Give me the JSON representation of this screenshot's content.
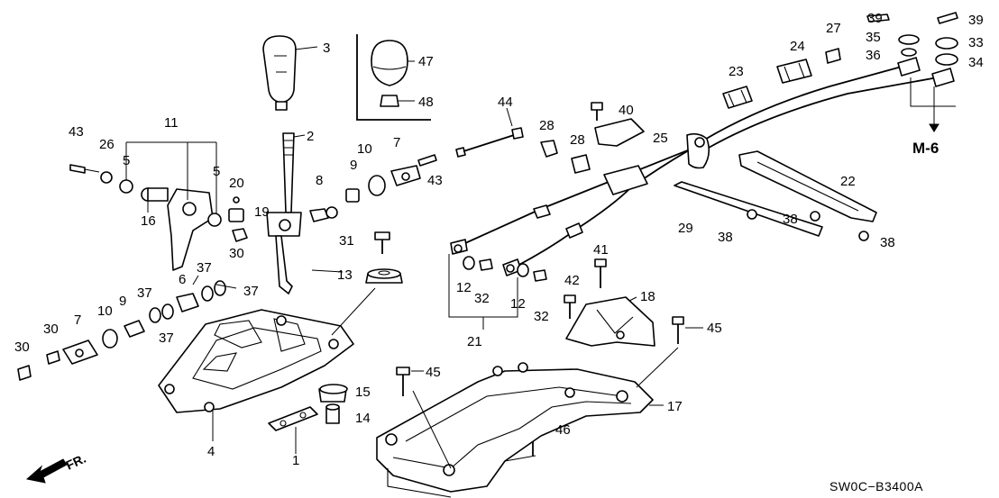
{
  "diagram": {
    "reference_code": "SW0C−B3400A",
    "direction_label": "FR.",
    "section_ref": "M-6",
    "callouts": {
      "c1": "1",
      "c2": "2",
      "c3": "3",
      "c4": "4",
      "c5a": "5",
      "c5b": "5",
      "c6": "6",
      "c7a": "7",
      "c7b": "7",
      "c8": "8",
      "c9a": "9",
      "c9b": "9",
      "c10a": "10",
      "c10b": "10",
      "c11": "11",
      "c12a": "12",
      "c12b": "12",
      "c13": "13",
      "c14": "14",
      "c15": "15",
      "c16": "16",
      "c17": "17",
      "c18": "18",
      "c19": "19",
      "c20": "20",
      "c21": "21",
      "c22": "22",
      "c23": "23",
      "c24": "24",
      "c25": "25",
      "c26": "26",
      "c27": "27",
      "c28a": "28",
      "c28b": "28",
      "c29": "29",
      "c30a": "30",
      "c30b": "30",
      "c30c": "30",
      "c31": "31",
      "c32a": "32",
      "c32b": "32",
      "c33": "33",
      "c34": "34",
      "c35": "35",
      "c36": "36",
      "c37a": "37",
      "c37b": "37",
      "c37c": "37",
      "c37d": "37",
      "c38a": "38",
      "c38b": "38",
      "c38c": "38",
      "c39a": "39",
      "c39b": "39",
      "c40": "40",
      "c41": "41",
      "c42": "42",
      "c43a": "43",
      "c43b": "43",
      "c44": "44",
      "c45a": "45",
      "c45b": "45",
      "c46": "46",
      "c47": "47",
      "c48": "48"
    }
  }
}
